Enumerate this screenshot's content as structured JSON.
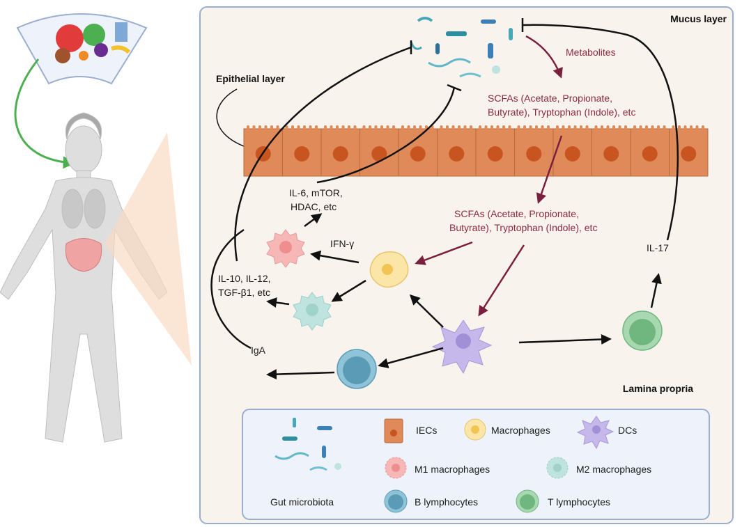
{
  "regions": {
    "mucus_layer": "Mucus layer",
    "epithelial_layer": "Epithelial layer",
    "lamina_propria": "Lamina propria"
  },
  "labels": {
    "metabolites": "Metabolites",
    "scfas_top_line1": "SCFAs (Acetate, Propionate,",
    "scfas_top_line2": "Butyrate), Tryptophan (Indole), etc",
    "scfas_mid_line1": "SCFAs (Acetate, Propionate,",
    "scfas_mid_line2": "Butyrate), Tryptophan (Indole), etc",
    "il6_line1": "IL-6, mTOR,",
    "il6_line2": "HDAC, etc",
    "ifn": "IFN-γ",
    "il10_line1": "IL-10, IL-12,",
    "il10_line2": "TGF-β1, etc",
    "iga": "IgA",
    "il17": "IL-17"
  },
  "legend": {
    "gut_microbiota": "Gut microbiota",
    "iecs": "IECs",
    "macrophages": "Macrophages",
    "dcs": "DCs",
    "m1": "M1 macrophages",
    "m2": "M2 macrophages",
    "b": "B lymphocytes",
    "t": "T lymphocytes"
  },
  "colors": {
    "epithelium": "#e08a5a",
    "nucleus": "#c8551f",
    "macrophage": "#fbe6a8",
    "m1": "#f7b7b7",
    "m2": "#bfe3df",
    "dc": "#c7b8ec",
    "b_cell": "#7ab3cc",
    "t_cell": "#86c596",
    "metabolite_arrow": "#7a1f3d",
    "panel_border": "#9aaed0"
  }
}
